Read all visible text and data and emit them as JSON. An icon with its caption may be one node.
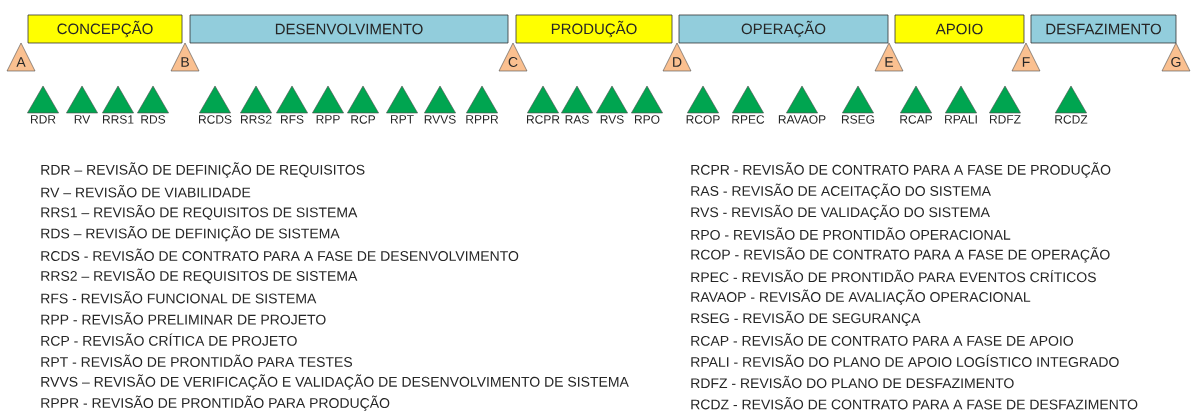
{
  "diagram": {
    "nodes": [
      {
        "text": [
          "CONCEPÇÃO"
        ]
      },
      {
        "text": [
          "DESENVOLVIMENTO"
        ]
      },
      {
        "text": [
          "PRODUÇÃO"
        ]
      },
      {
        "text": [
          "OPERAÇÃO"
        ]
      },
      {
        "text": [
          "APOIO"
        ]
      },
      {
        "text": [
          "DESFAZIMENTO"
        ]
      },
      {
        "text": [
          "A"
        ]
      },
      {
        "text": [
          "B"
        ]
      },
      {
        "text": [
          "C"
        ]
      },
      {
        "text": [
          "D"
        ]
      },
      {
        "text": [
          "E"
        ]
      },
      {
        "text": [
          "F"
        ]
      },
      {
        "text": [
          "G"
        ]
      },
      {
        "text": [],
        "shape": "triangle",
        "beside": [
          "RDR"
        ]
      },
      {
        "text": [],
        "shape": "triangle",
        "beside": [
          "RV"
        ]
      },
      {
        "text": [],
        "shape": "triangle",
        "beside": [
          "RRS1"
        ]
      },
      {
        "text": [],
        "shape": "triangle",
        "beside": [
          "RDS"
        ]
      },
      {
        "text": [],
        "shape": "triangle",
        "beside": [
          "RCDS"
        ]
      },
      {
        "text": [],
        "shape": "triangle",
        "beside": [
          "RRS2"
        ]
      },
      {
        "text": [],
        "shape": "triangle",
        "beside": [
          "RFS"
        ]
      },
      {
        "text": [],
        "shape": "triangle",
        "beside": [
          "RPP"
        ]
      },
      {
        "text": [],
        "shape": "triangle",
        "beside": [
          "RCP"
        ]
      },
      {
        "text": [],
        "shape": "triangle",
        "beside": [
          "RPT"
        ]
      },
      {
        "text": [],
        "shape": "triangle",
        "beside": [
          "RVVS"
        ]
      },
      {
        "text": [],
        "shape": "triangle",
        "beside": [
          "RPPR"
        ]
      },
      {
        "text": [],
        "shape": "triangle",
        "beside": [
          "RCPR"
        ]
      },
      {
        "text": [],
        "shape": "triangle",
        "beside": [
          "RAS"
        ]
      },
      {
        "text": [],
        "shape": "triangle",
        "beside": [
          "RVS"
        ]
      },
      {
        "text": [],
        "shape": "triangle",
        "beside": [
          "RPO"
        ]
      },
      {
        "text": [],
        "shape": "triangle",
        "beside": [
          "RCOP"
        ]
      },
      {
        "text": [],
        "shape": "triangle",
        "beside": [
          "RPEC"
        ]
      },
      {
        "text": [],
        "shape": "triangle",
        "beside": [
          "RAVAOP"
        ]
      },
      {
        "text": [],
        "shape": "triangle",
        "beside": [
          "RSEG"
        ]
      },
      {
        "text": [],
        "shape": "triangle",
        "beside": [
          "RCAP"
        ]
      },
      {
        "text": [],
        "shape": "triangle",
        "beside": [
          "RPALI"
        ]
      },
      {
        "text": [],
        "shape": "triangle",
        "beside": [
          "RDFZ"
        ]
      },
      {
        "text": [],
        "shape": "triangle",
        "beside": [
          "RCDZ"
        ]
      }
    ],
    "labels": [
      "RDR – REVISÃO DE DEFINIÇÃO DE REQUISITOS",
      "RV –   REVISÃO DE VIABILIDADE",
      "RRS1 – REVISÃO DE REQUISITOS DE SISTEMA",
      "RDS – REVISÃO DE DEFINIÇÃO DE SISTEMA",
      "RCDS - REVISÃO DE CONTRATO PARA A FASE DE DESENVOLVIMENTO",
      "RRS2 – REVISÃO DE REQUISITOS DE SISTEMA",
      "RFS - REVISÃO FUNCIONAL DE SISTEMA",
      "RPP - REVISÃO PRELIMINAR DE PROJETO",
      "RCP - REVISÃO CRÍTICA DE PROJETO",
      "RPT - REVISÃO DE PRONTIDÃO PARA TESTES",
      "RVVS – REVISÃO DE VERIFICAÇÃO E VALIDAÇÃO DE DESENVOLVIMENTO DE SISTEMA",
      "RPPR - REVISÃO DE PRONTIDÃO PARA PRODUÇÃO",
      "RCPR - REVISÃO DE CONTRATO PARA A FASE DE PRODUÇÃO",
      "RAS - REVISÃO DE ACEITAÇÃO DO SISTEMA",
      "RVS - REVISÃO DE VALIDAÇÃO DO SISTEMA",
      "RPO - REVISÃO DE PRONTIDÃO OPERACIONAL",
      "RCOP - REVISÃO DE CONTRATO PARA A FASE DE OPERAÇÃO",
      "RPEC - REVISÃO DE PRONTIDÃO PARA EVENTOS CRÍTICOS",
      "RAVAOP - REVISÃO DE AVALIAÇÃO OPERACIONAL",
      "RSEG - REVISÃO DE SEGURANÇA",
      "RCAP - REVISÃO DE CONTRATO PARA A FASE DE APOIO",
      "RPALI - REVISÃO DO PLANO DE APOIO LOGÍSTICO INTEGRADO",
      "RDFZ - REVISÃO DO PLANO DE DESFAZIMENTO",
      "RCDZ - REVISÃO DE CONTRATO PARA A FASE DE DESFAZIMENTO"
    ]
  }
}
